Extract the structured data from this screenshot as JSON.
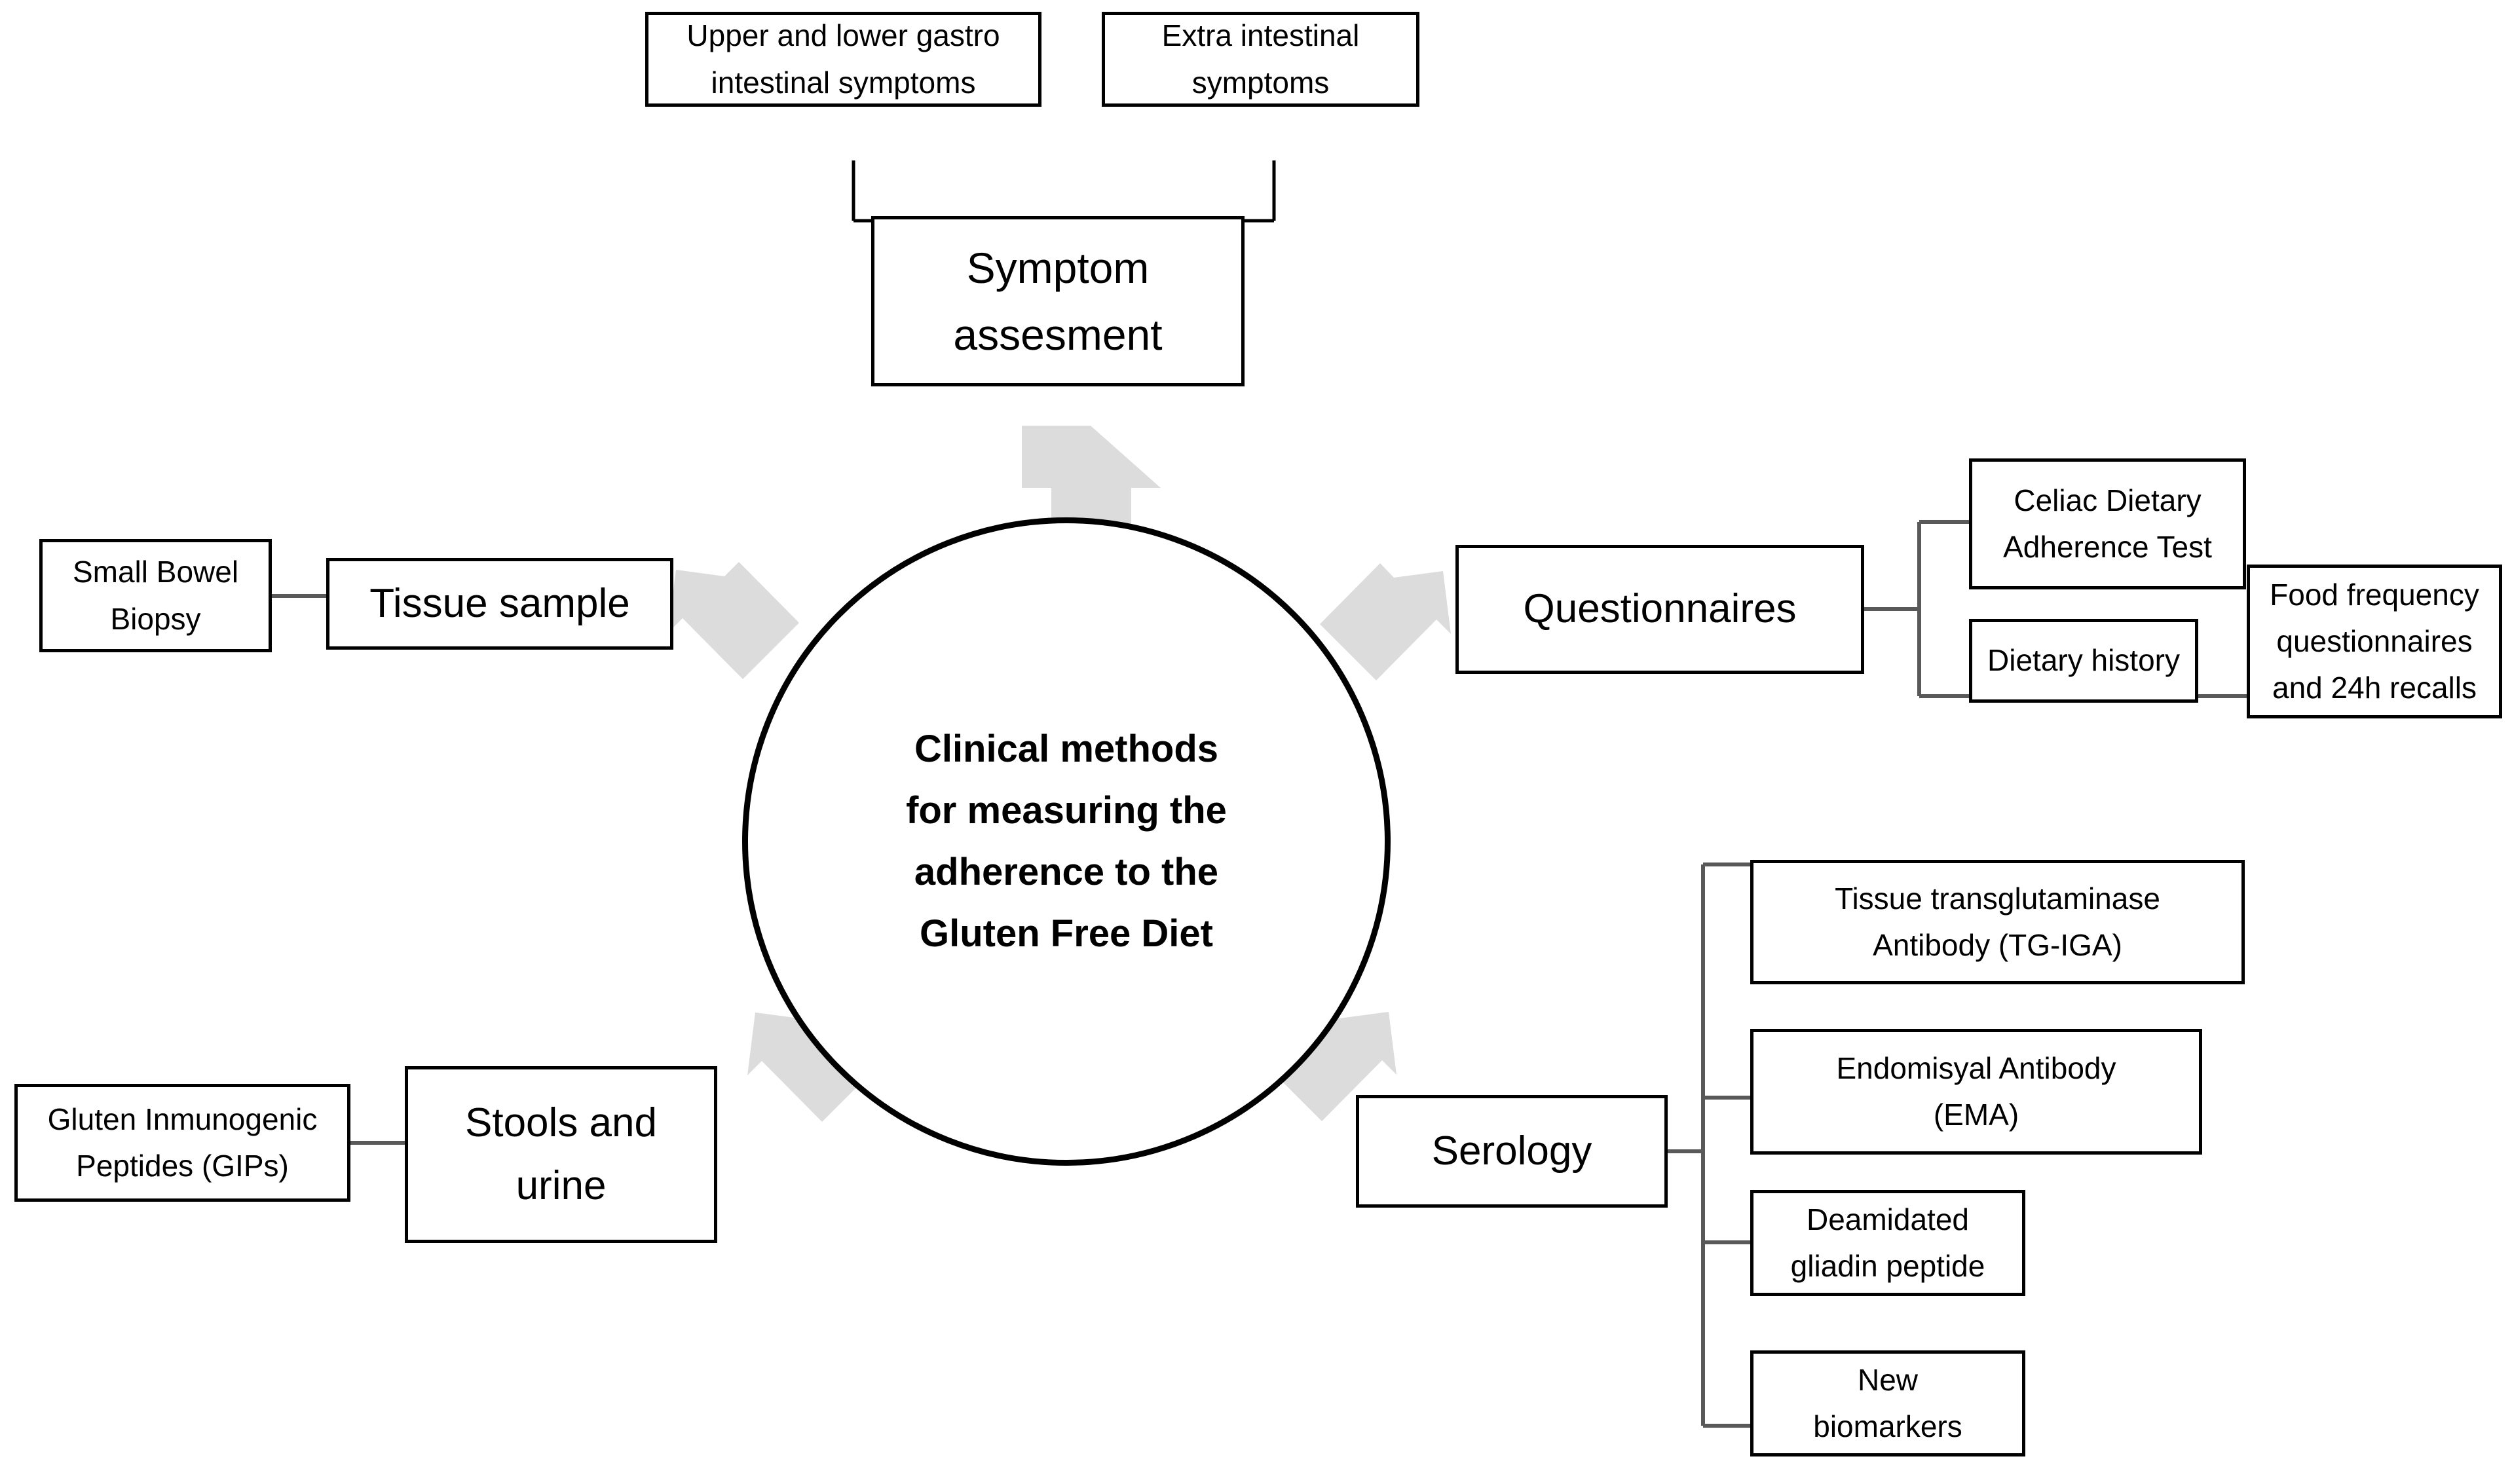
{
  "diagram": {
    "title": "Clinical methods for measuring the adherence to the Gluten Free Diet",
    "center": {
      "label": "Clinical methods for measuring the adherence to the Gluten Free Diet",
      "line1": "Clinical methods",
      "line2": "for measuring the",
      "line3": "adherence to the",
      "line4": "Gluten Free Diet"
    },
    "colors": {
      "outline": "#000000",
      "background": "#ffffff",
      "arrow_fill": "#dcdcdc",
      "connector": "#595959",
      "text": "#000000"
    },
    "branches": [
      {
        "id": "symptom-assesment",
        "label": "Symptom assesment",
        "position": "top",
        "children": [
          {
            "id": "upper-lower-gi-symptoms",
            "label": "Upper and lower gastro intestinal symptoms"
          },
          {
            "id": "extra-intestinal-symptoms",
            "label": "Extra intestinal symptoms"
          }
        ]
      },
      {
        "id": "tissue-sample",
        "label": "Tissue sample",
        "position": "left",
        "children": [
          {
            "id": "small-bowel-biopsy",
            "label": "Small Bowel Biopsy"
          }
        ]
      },
      {
        "id": "questionnaires",
        "label": "Questionnaires",
        "position": "right",
        "children": [
          {
            "id": "celiac-dietary-adherence-test",
            "label": "Celiac Dietary Adherence Test"
          },
          {
            "id": "dietary-history",
            "label": "Dietary history",
            "children": [
              {
                "id": "food-frequency-questionnaires",
                "label": "Food frequency questionnaires and 24h recalls"
              }
            ]
          }
        ]
      },
      {
        "id": "stools-and-urine",
        "label": "Stools and urine",
        "position": "bottom-left",
        "children": [
          {
            "id": "gluten-inmunogenic-peptides",
            "label": "Gluten Inmunogenic Peptides (GIPs)"
          }
        ]
      },
      {
        "id": "serology",
        "label": "Serology",
        "position": "bottom-right",
        "children": [
          {
            "id": "tissue-transglutaminase-antibody",
            "label": "Tissue transglutaminase Antibody  (TG-IGA)"
          },
          {
            "id": "endomisyal-antibody",
            "label": "Endomisyal Antibody (EMA)"
          },
          {
            "id": "deamidated-gliadin-peptide",
            "label": "Deamidated gliadin peptide"
          },
          {
            "id": "new-biomarkers",
            "label": "New biomarkers"
          }
        ]
      }
    ],
    "nodes": {
      "upper_lower_gi_l1": "Upper and lower gastro",
      "upper_lower_gi_l2": "intestinal symptoms",
      "extra_intestinal_l1": "Extra intestinal",
      "extra_intestinal_l2": "symptoms",
      "symptom_l1": "Symptom",
      "symptom_l2": "assesment",
      "small_bowel_l1": "Small Bowel",
      "small_bowel_l2": "Biopsy",
      "tissue_sample": "Tissue sample",
      "questionnaires": "Questionnaires",
      "celiac_test_l1": "Celiac Dietary",
      "celiac_test_l2": "Adherence  Test",
      "dietary_history": "Dietary history",
      "food_freq_l1": "Food frequency",
      "food_freq_l2": "questionnaires",
      "food_freq_l3": "and 24h recalls",
      "gips_l1": "Gluten Inmunogenic",
      "gips_l2": "Peptides (GIPs)",
      "stools_l1": "Stools and",
      "stools_l2": "urine",
      "serology": "Serology",
      "ttg_l1": "Tissue transglutaminase",
      "ttg_l2": "Antibody  (TG-IGA)",
      "ema_l1": "Endomisyal Antibody",
      "ema_l2": "(EMA)",
      "dgp_l1": "Deamidated",
      "dgp_l2": "gliadin peptide",
      "newbio_l1": "New",
      "newbio_l2": "biomarkers"
    },
    "arrows": [
      {
        "id": "arrow-up",
        "direction": "up"
      },
      {
        "id": "arrow-upper-left",
        "direction": "upper-left"
      },
      {
        "id": "arrow-upper-right",
        "direction": "upper-right"
      },
      {
        "id": "arrow-lower-left",
        "direction": "lower-left"
      },
      {
        "id": "arrow-lower-right",
        "direction": "lower-right"
      }
    ]
  }
}
